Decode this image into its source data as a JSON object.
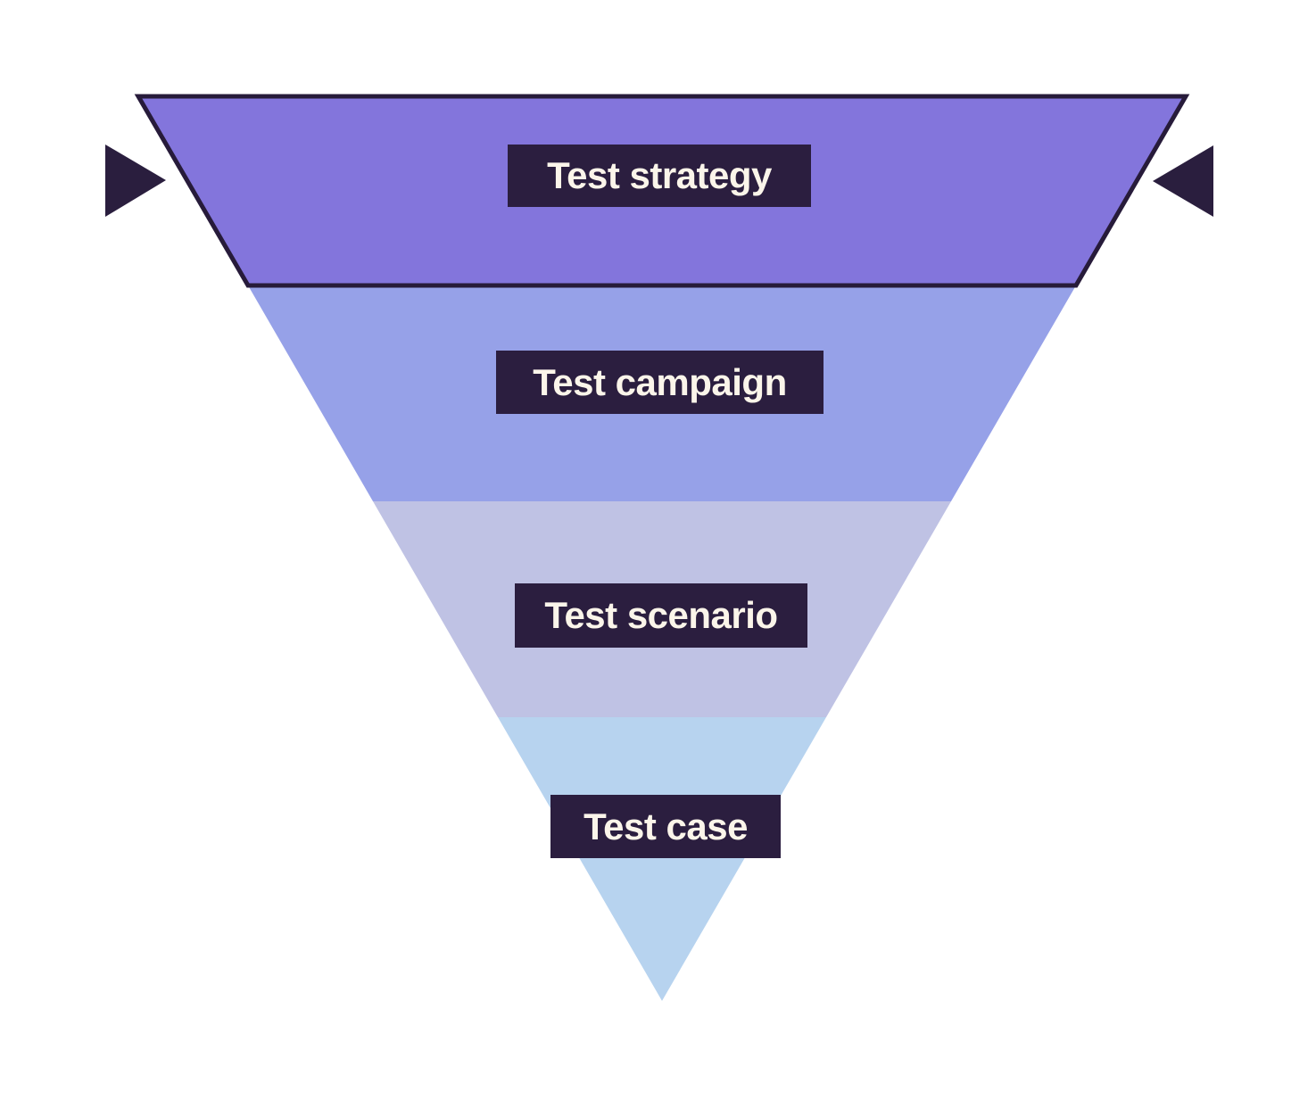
{
  "diagram": {
    "type": "inverted-funnel",
    "background_color": "#ffffff",
    "outline_color": "#271b3a",
    "arrow_color": "#2a1e3e",
    "label_bg_color": "#2b1e3f",
    "label_text_color": "#fbf5ea",
    "stages": [
      {
        "label": "Test strategy",
        "color": "#8375dc"
      },
      {
        "label": "Test campaign",
        "color": "#96a1e8"
      },
      {
        "label": "Test scenario",
        "color": "#bfc2e4"
      },
      {
        "label": "Test case",
        "color": "#b7d3ef"
      }
    ],
    "arrows": [
      {
        "name": "left-arrow",
        "direction": "pointing-right"
      },
      {
        "name": "right-arrow",
        "direction": "pointing-left"
      }
    ]
  }
}
